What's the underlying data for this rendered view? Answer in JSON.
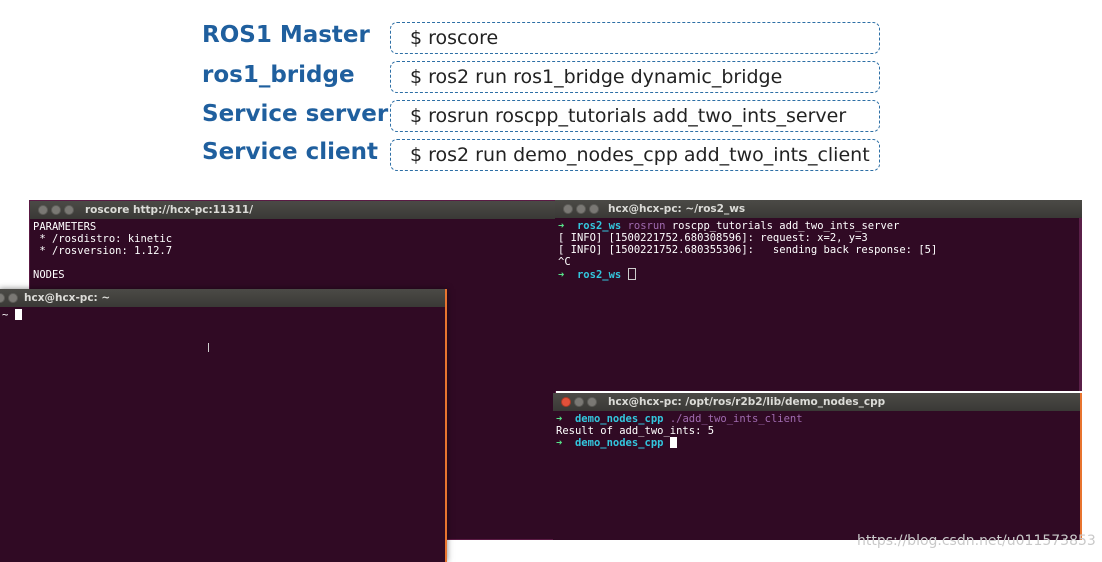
{
  "rows": [
    {
      "label": "ROS1 Master",
      "command": "$ roscore"
    },
    {
      "label": "ros1_bridge",
      "command": "$ ros2 run ros1_bridge dynamic_bridge"
    },
    {
      "label": "Service server",
      "command": "$ rosrun roscpp_tutorials add_two_ints_server"
    },
    {
      "label": "Service client",
      "command": "$ ros2 run demo_nodes_cpp add_two_ints_client"
    }
  ],
  "terminals": {
    "roscore": {
      "title": "roscore http://hcx-pc:11311/",
      "lines": [
        "PARAMETERS",
        " * /rosdistro: kinetic",
        " * /rosversion: 1.12.7",
        "",
        "NODES"
      ]
    },
    "home": {
      "title": "hcx@hcx-pc: ~",
      "prompt": "~"
    },
    "server": {
      "title": "hcx@hcx-pc: ~/ros2_ws",
      "prompt_arrow": "➜",
      "prompt_dir": "ros2_ws",
      "command": "rosrun",
      "args": " roscpp_tutorials add_two_ints_server",
      "log1": "[ INFO] [1500221752.680308596]: request: x=2, y=3",
      "log2": "[ INFO] [1500221752.680355306]:   sending back response: [5]",
      "ctrl_c": "^C"
    },
    "client": {
      "title": "hcx@hcx-pc: /opt/ros/r2b2/lib/demo_nodes_cpp",
      "prompt_arrow": "➜",
      "prompt_dir": "demo_nodes_cpp",
      "command": " ./add_two_ints_client",
      "result": "Result of add_two_ints: 5"
    }
  },
  "watermark": "https://blog.csdn.net/u011573853"
}
